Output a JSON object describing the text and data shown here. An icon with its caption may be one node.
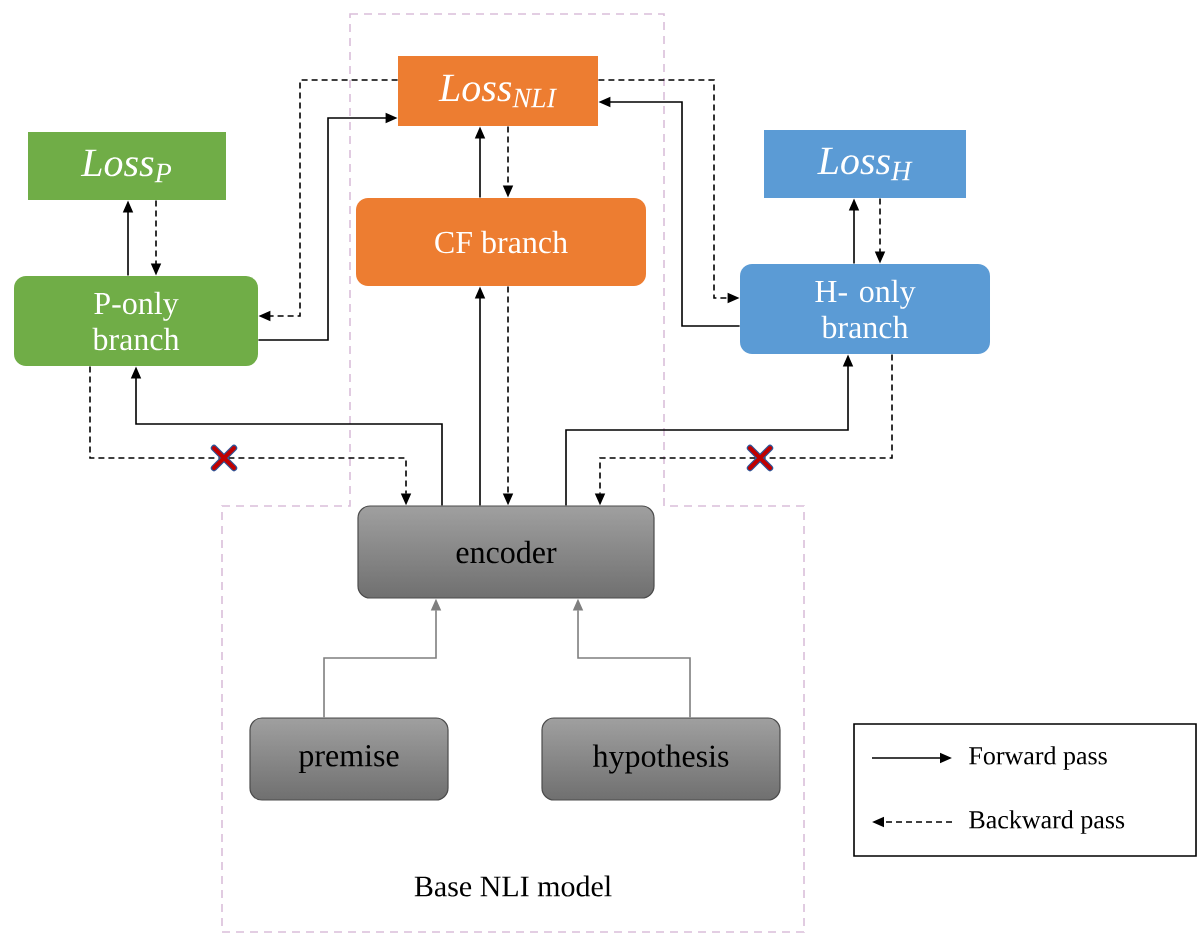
{
  "diagram": {
    "nodes": [
      {
        "text": [
          "Base NLI model"
        ]
      },
      {
        "text": [
          "Loss$_{NLI}$"
        ],
        "in": 0
      },
      {
        "text": [
          "Loss$_{P}$"
        ]
      },
      {
        "text": [
          "Loss$_{H}$"
        ]
      },
      {
        "text": [
          "CF branch"
        ],
        "in": 0
      },
      {
        "text": [
          "P-only branch"
        ]
      },
      {
        "text": [
          "H- only branch"
        ]
      },
      {
        "text": [
          "encoder"
        ],
        "in": 0
      },
      {
        "text": [
          "premise"
        ],
        "in": 0
      },
      {
        "text": [
          "hypothesis"
        ],
        "in": 0
      }
    ],
    "edges": [
      {
        "from": 4,
        "to": 1,
        "arrow": "to"
      },
      {
        "from": 1,
        "to": 4,
        "arrow": "to",
        "style": "dashed"
      },
      {
        "from": 5,
        "to": 2,
        "arrow": "to"
      },
      {
        "from": 2,
        "to": 5,
        "arrow": "to",
        "style": "dashed"
      },
      {
        "from": 6,
        "to": 3,
        "arrow": "to"
      },
      {
        "from": 3,
        "to": 6,
        "arrow": "to",
        "style": "dashed"
      },
      {
        "from": 5,
        "to": 1,
        "arrow": "to"
      },
      {
        "from": 1,
        "to": 5,
        "arrow": "to",
        "style": "dashed"
      },
      {
        "from": 6,
        "to": 1,
        "arrow": "to"
      },
      {
        "from": 1,
        "to": 6,
        "arrow": "to",
        "style": "dashed"
      },
      {
        "from": 7,
        "to": 4,
        "arrow": "to"
      },
      {
        "from": 4,
        "to": 7,
        "arrow": "to",
        "style": "dashed"
      },
      {
        "from": 7,
        "to": 5,
        "arrow": "to"
      },
      {
        "from": 5,
        "to": 7,
        "arrow": "to",
        "style": "dashed"
      },
      {
        "from": 7,
        "to": 6,
        "arrow": "to"
      },
      {
        "from": 6,
        "to": 7,
        "arrow": "to",
        "style": "dashed"
      },
      {
        "from": 8,
        "to": 7,
        "arrow": "to",
        "color": "#7f7f7f"
      },
      {
        "from": 9,
        "to": 7,
        "arrow": "to",
        "color": "#7f7f7f"
      }
    ],
    "legend": [
      {
        "text": "Forward pass"
      },
      {
        "text": "Backward pass"
      }
    ]
  }
}
